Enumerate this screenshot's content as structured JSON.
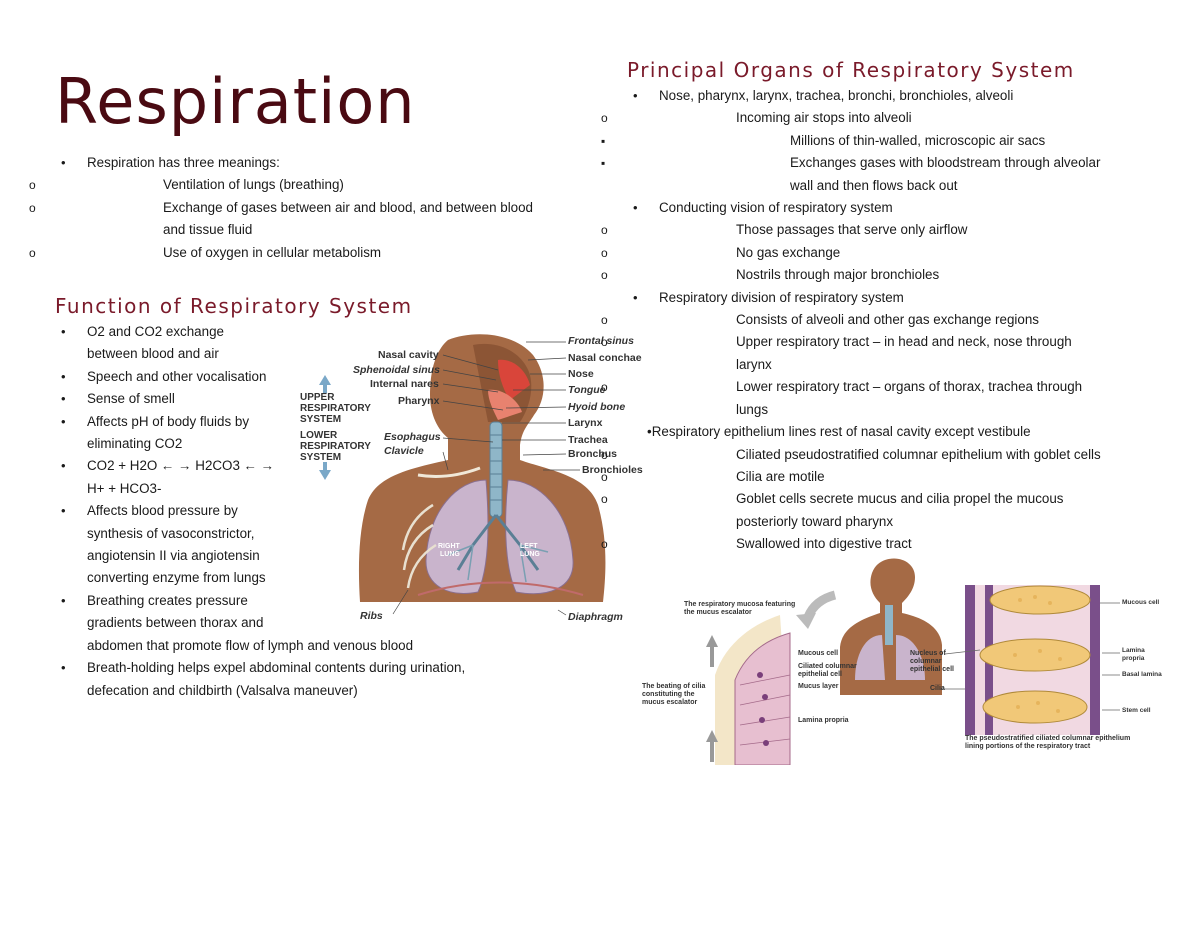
{
  "title": "Respiration",
  "intro": {
    "lead": "Respiration has three meanings:",
    "items": [
      "Ventilation of lungs (breathing)",
      "Exchange of gases between air and blood, and between blood",
      "and tissue fluid",
      "Use of oxygen in cellular metabolism"
    ]
  },
  "function": {
    "heading": "Function of Respiratory System",
    "lines": [
      "O2 and CO2 exchange",
      "between blood and air",
      "Speech and other vocalisation",
      "Sense of smell",
      "Affects pH of body fluids by",
      "eliminating CO2",
      "CO2 + H2O ← → H2CO3 ← →",
      "H+ + HCO3-",
      "Affects blood pressure by",
      "synthesis of vasoconstrictor,",
      "angiotensin II via angiotensin",
      "converting enzyme from lungs",
      "Breathing creates pressure",
      "gradients between thorax and",
      "abdomen that promote flow of lymph and venous blood",
      "Breath-holding helps expel abdominal contents during urination,",
      "defecation and childbirth (Valsalva maneuver)"
    ]
  },
  "organs": {
    "heading": "Principal Organs of Respiratory System",
    "lines": [
      "Nose, pharynx, larynx, trachea, bronchi, bronchioles, alveoli",
      "Incoming air stops into alveoli",
      "Millions of thin-walled, microscopic air sacs",
      "Exchanges gases with bloodstream through alveolar",
      "wall and then flows back out",
      "Conducting vision of respiratory system",
      "Those passages that serve only airflow",
      "No gas exchange",
      "Nostrils through major bronchioles",
      "Respiratory division of respiratory system",
      "Consists of alveoli and other gas exchange regions",
      "Upper respiratory tract – in head and neck, nose through",
      "larynx",
      "Lower respiratory tract – organs of thorax, trachea through",
      "lungs",
      "Respiratory epithelium lines rest of nasal cavity except vestibule",
      "Ciliated pseudostratified columnar epithelium with goblet cells",
      "Cilia are motile",
      "Goblet cells secrete mucus and cilia propel the mucous",
      "posteriorly toward pharynx",
      "Swallowed into digestive tract"
    ]
  },
  "figure1": {
    "labels": {
      "nasal_cavity": "Nasal cavity",
      "sphenoidal_sinus": "Sphenoidal sinus",
      "internal_nares": "Internal nares",
      "pharynx": "Pharynx",
      "esophagus": "Esophagus",
      "clavicle": "Clavicle",
      "ribs": "Ribs",
      "frontal_sinus": "Frontal sinus",
      "nasal_conchae": "Nasal conchae",
      "nose": "Nose",
      "tongue": "Tongue",
      "hyoid_bone": "Hyoid bone",
      "larynx": "Larynx",
      "trachea": "Trachea",
      "bronchus": "Bronchus",
      "bronchioles": "Bronchioles",
      "diaphragm": "Diaphragm",
      "upper_1": "UPPER",
      "upper_2": "RESPIRATORY",
      "upper_3": "SYSTEM",
      "lower_1": "LOWER",
      "lower_2": "RESPIRATORY",
      "lower_3": "SYSTEM",
      "right_1": "RIGHT",
      "right_2": "LUNG",
      "left_1": "LEFT",
      "left_2": "LUNG"
    }
  },
  "figure2": {
    "labels": {
      "mucosa_1": "The respiratory mucosa featuring",
      "mucosa_2": "the mucus escalator",
      "beating_1": "The beating of cilia",
      "beating_2": "constituting the",
      "beating_3": "mucus escalator",
      "mucous_cell_l": "Mucous cell",
      "ciliated_1": "Ciliated columnar",
      "ciliated_2": "epithelial cell",
      "mucus_layer": "Mucus layer",
      "lamina_propria_l": "Lamina propria",
      "nucleus_1": "Nucleus of",
      "nucleus_2": "columnar",
      "nucleus_3": "epithelial cell",
      "cilia": "Cilia",
      "mucous_cell_r": "Mucous cell",
      "lamina_1": "Lamina",
      "lamina_2": "propria",
      "basal_lamina": "Basal lamina",
      "stem_cell": "Stem cell",
      "pseudo_1": "The pseudostratified ciliated columnar epithelium",
      "pseudo_2": "lining portions of the respiratory tract"
    }
  }
}
